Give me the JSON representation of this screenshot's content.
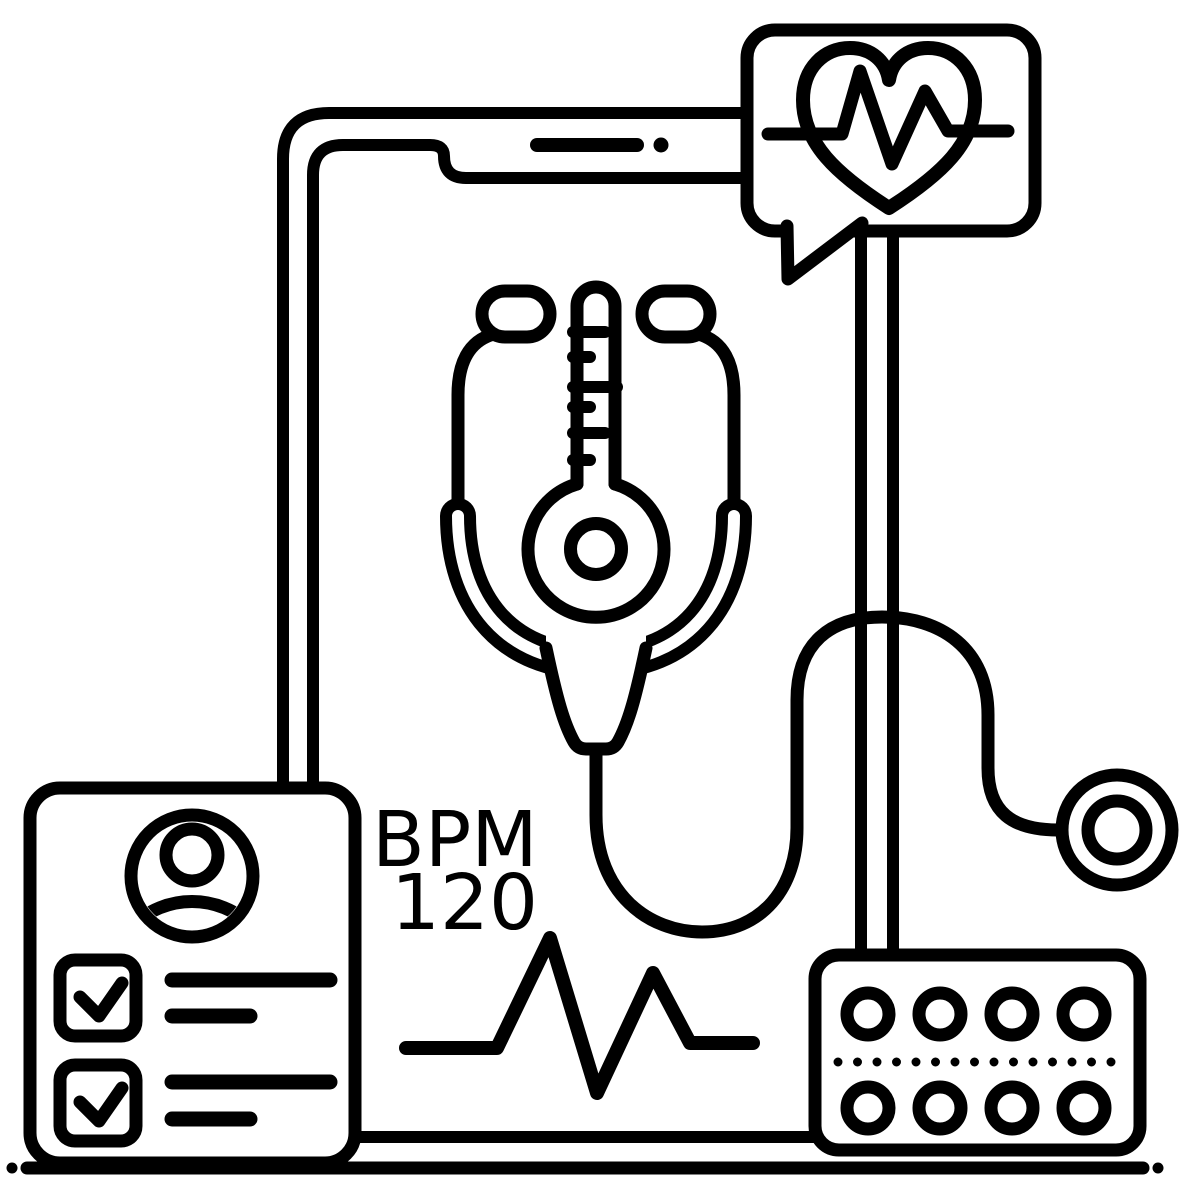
{
  "colors": {
    "ink": "#000000",
    "background": "#ffffff"
  },
  "reading": {
    "label": "BPM",
    "value": "120"
  },
  "icons": {
    "phone": "smartphone-outline-icon",
    "bubble": "heart-ecg-speech-bubble-icon",
    "heart": "heart-icon",
    "stethoscope": "stethoscope-icon",
    "thermometer": "thermometer-icon",
    "card": "patient-checklist-card-icon",
    "avatar": "user-avatar-icon",
    "checkbox": "checked-checkbox-icon",
    "pills": "pill-blister-pack-icon",
    "pulse": "ecg-pulse-line-icon",
    "ground": "dotted-ground-line"
  }
}
